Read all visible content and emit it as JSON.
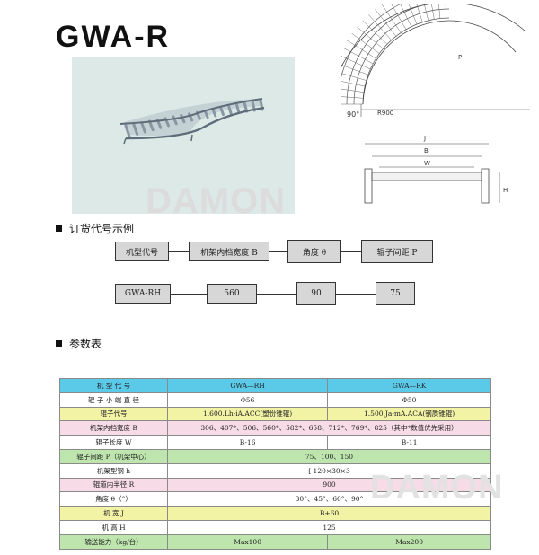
{
  "title": "GWA-R",
  "watermark": "DAMON",
  "drawing": {
    "labels": {
      "angle": "90°",
      "radius": "R900",
      "p": "P",
      "j": "J",
      "b": "B",
      "w": "W",
      "h": "H"
    }
  },
  "order_example": {
    "heading": "订货代号示例",
    "template": [
      "机型代号",
      "机架内档宽度 B",
      "角度 θ",
      "辊子间距 P"
    ],
    "sample": [
      "GWA-RH",
      "560",
      "90",
      "75"
    ]
  },
  "params": {
    "heading": "参数表",
    "rows": [
      {
        "label": "机 型 代 号",
        "rh": "GWA—RH",
        "rk": "GWA—RK",
        "color": "#5bc9e8"
      },
      {
        "label": "辊 子 小 端 直 径",
        "rh": "Φ56",
        "rk": "Φ50",
        "color": "#ffffff"
      },
      {
        "label": "辊子代号",
        "rh": "1.600.Lh-iA.ACC(塑份锥辊)",
        "rk": "1.500.Ja-mA.ACA(钢质锥辊)",
        "color": "#f3f3a6"
      },
      {
        "label": "机架内档宽度 B",
        "span": "306、407*、506、560*、582*、658、712*、769*、825（其中*数值优先采用）",
        "color": "#f7dbe6"
      },
      {
        "label": "辊子长度 W",
        "rh": "B-16",
        "rk": "B-11",
        "color": "#ffffff"
      },
      {
        "label": "辊子间距 P（机架中心）",
        "span": "75、100、150",
        "color": "#bde5ad"
      },
      {
        "label": "机架型钢 h",
        "span": "[ 120×30×3",
        "color": "#ffffff"
      },
      {
        "label": "辊道内半径 R",
        "span": "900",
        "color": "#f7dbe6"
      },
      {
        "label": "角度 θ（°）",
        "span": "30°、45°、60°、90°",
        "color": "#ffffff"
      },
      {
        "label": "机  宽 J",
        "span": "B+60",
        "color": "#f3f3a6"
      },
      {
        "label": "机  高 H",
        "span": "125",
        "color": "#ffffff"
      },
      {
        "label": "输送能力（kg/台）",
        "rh": "Max100",
        "rk": "Max200",
        "color": "#bde5ad"
      }
    ]
  }
}
